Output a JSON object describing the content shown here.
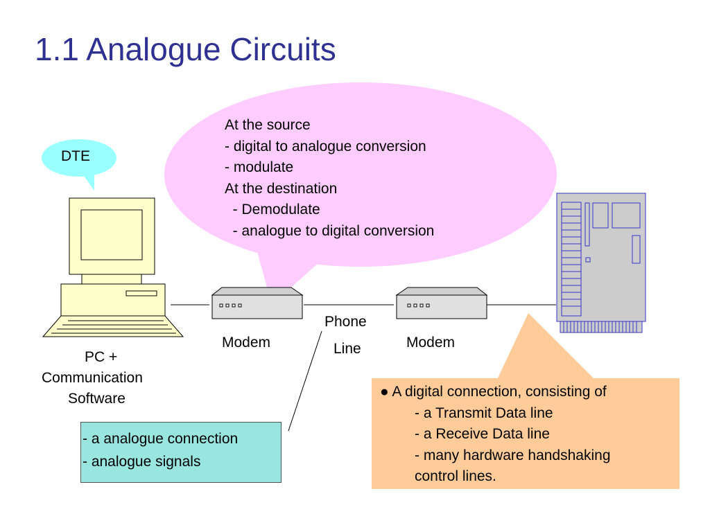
{
  "title": "1.1 Analogue Circuits",
  "dte_label": "DTE",
  "bubble_lines": [
    "At the source",
    "- digital to analogue conversion",
    "- modulate",
    "At the destination",
    "  - Demodulate",
    "  - analogue to digital conversion"
  ],
  "pc_label": [
    "PC +",
    "Communication",
    "Software"
  ],
  "modem_left_label": "Modem",
  "modem_right_label": "Modem",
  "phone_line_label": [
    "Phone",
    "Line"
  ],
  "analogue_note": [
    "- a analogue connection",
    "- analogue signals"
  ],
  "digital_note": {
    "heading": "A digital connection, consisting of",
    "items": [
      "- a Transmit Data line",
      "- a Receive Data  line",
      "- many hardware handshaking",
      "control lines."
    ]
  },
  "colors": {
    "title": "#2E3192",
    "speech_bubble": "#FFCCFF",
    "dte_bubble": "#99FFFF",
    "analogue_box": "#99E6E0",
    "digital_box": "#FFCC99",
    "pc_body": "#FFFFCC",
    "server_body": "#CCCCCC",
    "server_outline": "#3333CC"
  },
  "icons": {
    "pc": "desktop-computer-icon",
    "modem": "modem-icon",
    "server": "mainframe-server-icon"
  }
}
